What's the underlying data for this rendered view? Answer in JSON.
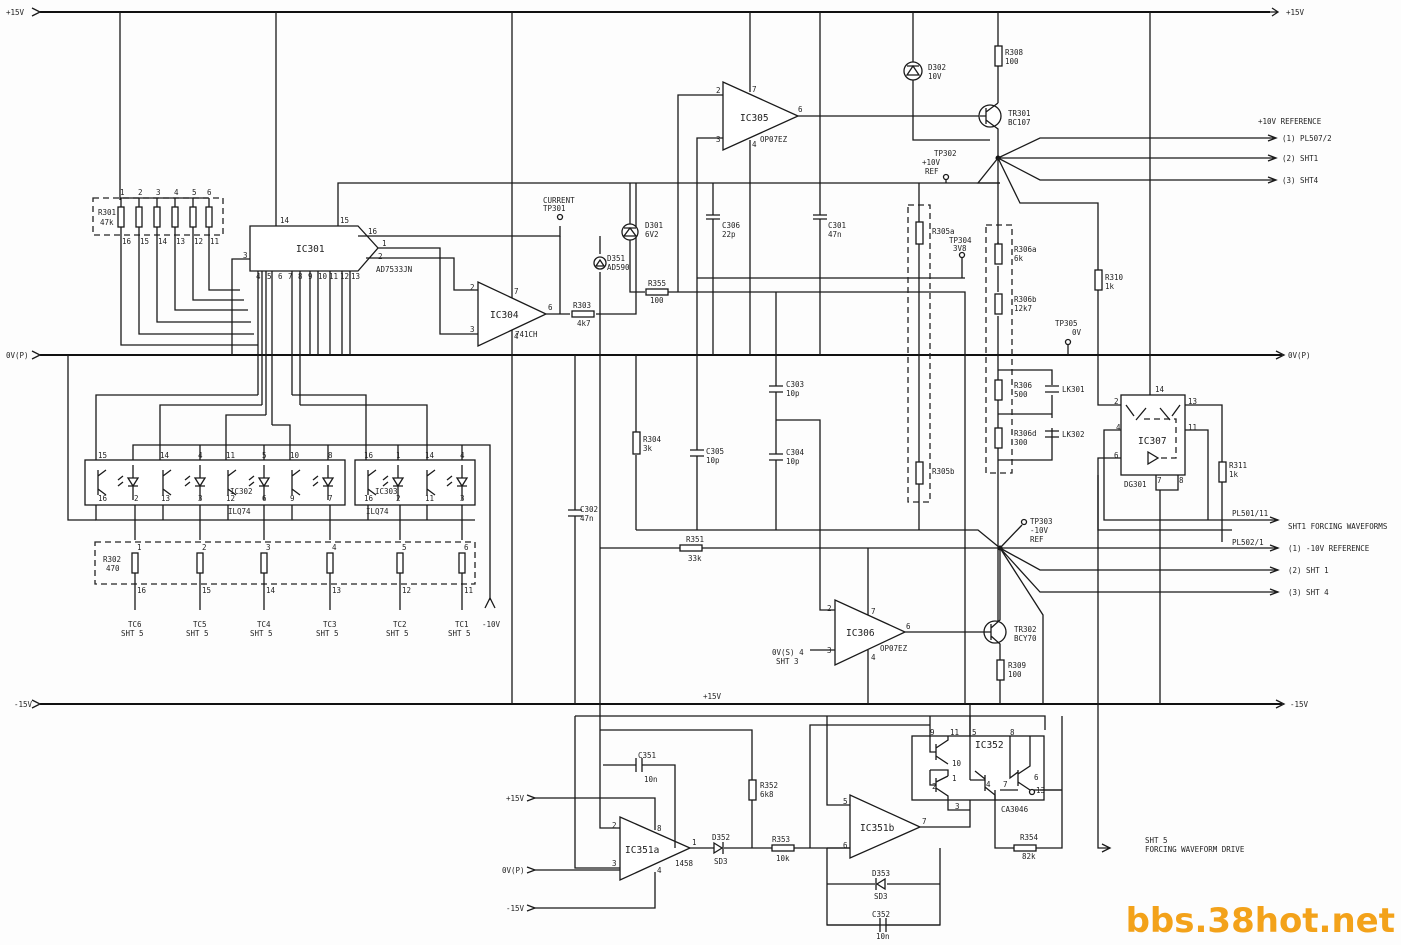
{
  "rails": {
    "p15_left": "+15V",
    "p15_right": "+15V",
    "ov_left": "0V(P)",
    "ov_right": "0V(P)",
    "n15_left": "-15V",
    "n15_right": "-15V",
    "p15_mid": "+15V"
  },
  "parts": {
    "R301": {
      "ref": "R301",
      "val": "47k"
    },
    "IC301": {
      "ref": "IC301",
      "type": "AD7533JN"
    },
    "IC304": {
      "ref": "IC304",
      "type": "741CH"
    },
    "IC305": {
      "ref": "IC305",
      "type": "OP07EZ"
    },
    "IC306": {
      "ref": "IC306",
      "type": "OP07EZ"
    },
    "IC302": {
      "ref": "IC302",
      "type": "ILQ74"
    },
    "IC303": {
      "ref": "IC303",
      "type": "ILQ74"
    },
    "IC307": {
      "ref": "IC307",
      "type": "DG301"
    },
    "IC351a": {
      "ref": "IC351a",
      "type": "1458"
    },
    "IC351b": {
      "ref": "IC351b"
    },
    "IC352": {
      "ref": "IC352",
      "type": "CA3046"
    },
    "R302": {
      "ref": "R302",
      "val": "470"
    },
    "R303": {
      "ref": "R303",
      "val": "4k7"
    },
    "R304": {
      "ref": "R304",
      "val": "3k"
    },
    "R355": {
      "ref": "R355",
      "val": "100"
    },
    "R351": {
      "ref": "R351",
      "val": "33k"
    },
    "R305a": {
      "ref": "R305a"
    },
    "R305b": {
      "ref": "R305b"
    },
    "R306a": {
      "ref": "R306a",
      "val": "6k"
    },
    "R306b": {
      "ref": "R306b",
      "val": "12k7"
    },
    "R306c": {
      "ref": "R306",
      "val": "500"
    },
    "R306d": {
      "ref": "R306d",
      "val": "300"
    },
    "R308": {
      "ref": "R308",
      "val": "100"
    },
    "R309": {
      "ref": "R309",
      "val": "100"
    },
    "R310": {
      "ref": "R310",
      "val": "1k"
    },
    "R311": {
      "ref": "R311",
      "val": "1k"
    },
    "R352": {
      "ref": "R352",
      "val": "6k8"
    },
    "R353": {
      "ref": "R353",
      "val": "10k"
    },
    "R354": {
      "ref": "R354",
      "val": "82k"
    },
    "C301": {
      "ref": "C301",
      "val": "47n"
    },
    "C302": {
      "ref": "C302",
      "val": "47n"
    },
    "C303": {
      "ref": "C303",
      "val": "10p"
    },
    "C304": {
      "ref": "C304",
      "val": "10p"
    },
    "C305": {
      "ref": "C305",
      "val": "10p"
    },
    "C306": {
      "ref": "C306",
      "val": "22p"
    },
    "C351": {
      "ref": "C351",
      "val": "10n"
    },
    "C352": {
      "ref": "C352",
      "val": "10n"
    },
    "D301": {
      "ref": "D301",
      "val": "6V2"
    },
    "D302": {
      "ref": "D302",
      "val": "10V"
    },
    "D351": {
      "ref": "D351",
      "val": "AD590"
    },
    "D352": {
      "ref": "D352",
      "val": "SD3"
    },
    "D353": {
      "ref": "D353",
      "val": "SD3"
    },
    "TR301": {
      "ref": "TR301",
      "val": "BC107"
    },
    "TR302": {
      "ref": "TR302",
      "val": "BCY70"
    },
    "LK301": {
      "ref": "LK301"
    },
    "LK302": {
      "ref": "LK302"
    }
  },
  "testpoints": {
    "TP301": {
      "l1": "CURRENT",
      "l2": "TP301"
    },
    "TP302": {
      "l1": "TP302",
      "l2": "+10V",
      "l3": "REF"
    },
    "TP303": {
      "l1": "TP303",
      "l2": "-10V",
      "l3": "REF"
    },
    "TP304": {
      "l1": "TP304",
      "l2": "3V8"
    },
    "TP305": {
      "l1": "TP305",
      "l2": "0V"
    }
  },
  "signals": {
    "ref_pos_title": "+10V REFERENCE",
    "ref_pos_1": "(1) PL507/2",
    "ref_pos_2": "(2) SHT1",
    "ref_pos_3": "(3) SHT4",
    "pl501": "PL501/11",
    "forcing": "SHT1 FORCING WAVEFORMS",
    "pl502": "PL502/1",
    "ref_neg_1": "(1) -10V REFERENCE",
    "ref_neg_2": "(2) SHT 1",
    "ref_neg_3": "(3) SHT 4",
    "ov_s": "0V(S) 4",
    "ov_s_sht": "SHT 3",
    "minus10": "-10V",
    "sht5_drive_1": "SHT 5",
    "sht5_drive_2": "FORCING WAVEFORM DRIVE",
    "p15_ic351": "+15V",
    "ov_ic351": "0V(P)",
    "n15_ic351": "-15V"
  },
  "tc": [
    {
      "name": "TC6",
      "sht": "SHT 5"
    },
    {
      "name": "TC5",
      "sht": "SHT 5"
    },
    {
      "name": "TC4",
      "sht": "SHT 5"
    },
    {
      "name": "TC3",
      "sht": "SHT 5"
    },
    {
      "name": "TC2",
      "sht": "SHT 5"
    },
    {
      "name": "TC1",
      "sht": "SHT 5"
    }
  ],
  "pins": {
    "r301_top": [
      "1",
      "2",
      "3",
      "4",
      "5",
      "6"
    ],
    "r301_bot": [
      "16",
      "15",
      "14",
      "13",
      "12",
      "11"
    ],
    "ic301": [
      "14",
      "15",
      "16",
      "1",
      "2",
      "3",
      "4",
      "5",
      "6",
      "7",
      "8",
      "9",
      "10",
      "11",
      "12",
      "13"
    ],
    "r302_top": [
      "1",
      "2",
      "3",
      "4",
      "5",
      "6"
    ],
    "r302_bot": [
      "16",
      "15",
      "14",
      "13",
      "12",
      "11"
    ],
    "opto_top": [
      "15",
      "14",
      "4",
      "11",
      "5",
      "10",
      "8",
      "16",
      "1",
      "14",
      "4"
    ],
    "opto_bot": [
      "16",
      "2",
      "13",
      "3",
      "12",
      "6",
      "9",
      "7",
      "16",
      "2",
      "11",
      "3"
    ],
    "ic304": [
      "2",
      "3",
      "7",
      "6",
      "4"
    ],
    "ic305": [
      "2",
      "3",
      "7",
      "6",
      "4"
    ],
    "ic306": [
      "2",
      "3",
      "7",
      "6",
      "4"
    ],
    "ic307": [
      "14",
      "2",
      "13",
      "4",
      "11",
      "6",
      "7",
      "8"
    ],
    "ic351a": [
      "2",
      "3",
      "8",
      "1",
      "4"
    ],
    "ic351b": [
      "5",
      "6",
      "7"
    ],
    "ic352": [
      "9",
      "11",
      "5",
      "8",
      "10",
      "1",
      "2",
      "3",
      "4",
      "7",
      "6",
      "13"
    ]
  },
  "watermark": "bbs.38hot.net"
}
